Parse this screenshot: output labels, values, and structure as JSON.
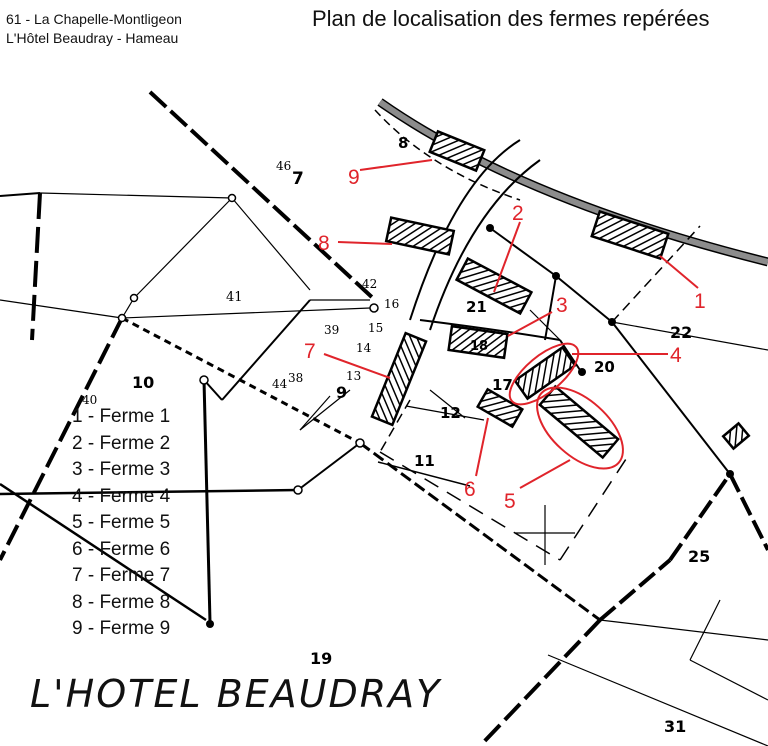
{
  "header": {
    "line1": "61 - La Chapelle-Montligeon",
    "line2": "L'Hôtel Beaudray - Hameau",
    "title": "Plan de localisation des fermes repérées"
  },
  "legend": [
    "1 - Ferme 1",
    "2 - Ferme 2",
    "3 - Ferme 3",
    "4 - Ferme 4",
    "5 - Ferme 5",
    "6 - Ferme 6",
    "7 - Ferme 7",
    "8 - Ferme 8",
    "9 - Ferme 9"
  ],
  "place_name": "L'HOTEL BEAUDRAY",
  "farm_numbers": [
    "1",
    "2",
    "3",
    "4",
    "5",
    "6",
    "7",
    "8",
    "9"
  ],
  "parcel_numbers": [
    "8",
    "46",
    "7",
    "41",
    "42",
    "16",
    "39",
    "15",
    "14",
    "13",
    "44",
    "38",
    "9",
    "10",
    "40",
    "21",
    "18",
    "17",
    "20",
    "12",
    "11",
    "22",
    "25",
    "19",
    "31"
  ],
  "colors": {
    "annotation": "#e0242b",
    "road": "#8c8c8c",
    "ink": "#000000"
  }
}
